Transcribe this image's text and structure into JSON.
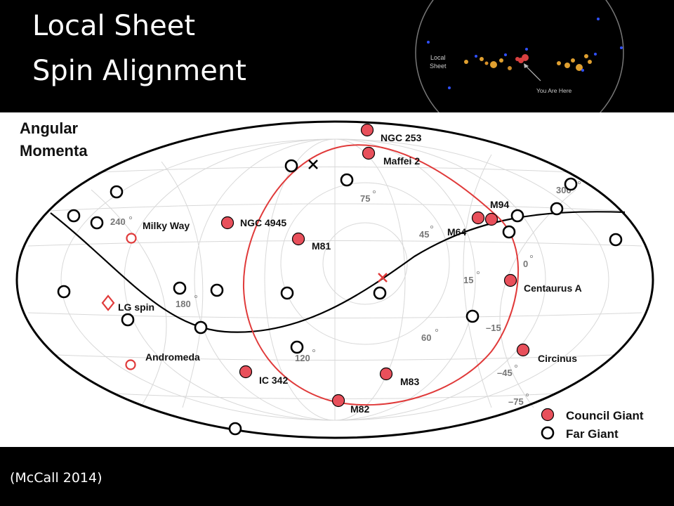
{
  "slide": {
    "title_line1": "Local Sheet",
    "title_line2": "Spin Alignment",
    "citation": "(McCall 2014)"
  },
  "inset": {
    "label_line1": "Local",
    "label_line2": "Sheet",
    "pointer_label": "You Are Here"
  },
  "diagram": {
    "heading_line1": "Angular",
    "heading_line2": "Momenta",
    "legend": {
      "council": "Council Giant",
      "far": "Far Giant"
    },
    "colors": {
      "council": "#e8505b",
      "curve": "#e03a3a",
      "far": "#000000"
    },
    "grid_labels": {
      "l240": "240",
      "l180": "180",
      "l120": "120",
      "l60": "60",
      "l0": "0",
      "l300": "300",
      "b75": "75",
      "b45": "45",
      "b15": "15",
      "bm15": "–15",
      "bm45": "–45",
      "bm75": "–75"
    },
    "galaxies": {
      "ngc253": "NGC 253",
      "maffei2": "Maffei 2",
      "m94": "M94",
      "m64": "M64",
      "ngc4945": "NGC 4945",
      "m81": "M81",
      "milkyway": "Milky Way",
      "centaurus": "Centaurus A",
      "lgspin": "LG spin",
      "andromeda": "Andromeda",
      "circinus": "Circinus",
      "ic342": "IC 342",
      "m83": "M83",
      "m82": "M82"
    }
  }
}
